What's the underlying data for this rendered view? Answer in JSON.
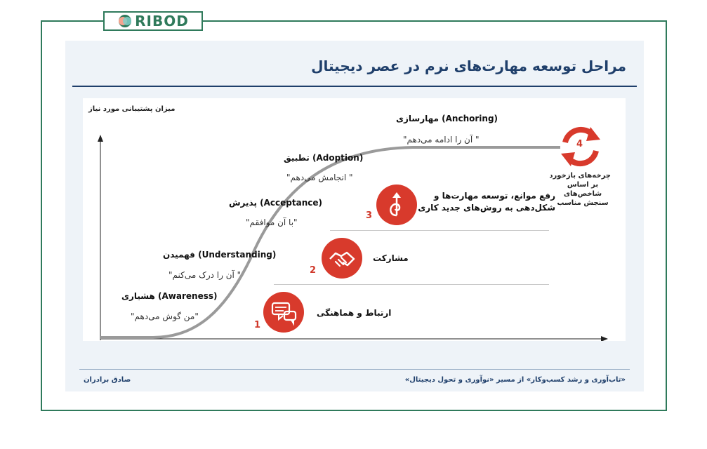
{
  "logo": {
    "text": "RIBOD"
  },
  "slide": {
    "title": "مراحل توسعه مهارت‌های نرم در عصر دیجیتال",
    "y_axis_label": "میزان پشتیبانی مورد نیاز",
    "stages": [
      {
        "title": "هشیاری (Awareness)",
        "quote": "\"من گوش می‌دهم\""
      },
      {
        "title": "فهمیدن (Understanding)",
        "quote": "\" آن را درک می‌کنم\""
      },
      {
        "title": "پذیرش (Acceptance)",
        "quote": "\"با آن موافقم\""
      },
      {
        "title": "تطبیق (Adoption)",
        "quote": "\" انجامش می‌دهم\""
      },
      {
        "title": "مهارسازی (Anchoring)",
        "quote": "\" آن را ادامه می‌دهم\""
      }
    ],
    "levels": [
      {
        "number": "1",
        "text": "ارتباط و هماهنگی",
        "icon": "chat-bubbles-icon"
      },
      {
        "number": "2",
        "text": "مشارکت",
        "icon": "handshake-icon"
      },
      {
        "number": "3",
        "line1": "رفع موانع، توسعه مهارت‌ها و",
        "line2": "شکل‌دهی به روش‌های جدید کاری",
        "icon": "growth-spiral-icon"
      }
    ],
    "feedback": {
      "number": "4",
      "lines": [
        "چرخه‌های بازخورد",
        "بر اساس",
        "شاخص‌های",
        "سنجش مناسب"
      ],
      "icon": "cycle-arrows-icon"
    },
    "footer": {
      "left": "صادق برادران",
      "right": "«تاب‌آوری و رشد کسب‌وکار» از مسیر «نوآوری و تحول دیجیتال»"
    },
    "colors": {
      "accent_red": "#d83a2c",
      "title_blue": "#1f3f6b",
      "frame_green": "#2f7a5b",
      "curve_gray": "#9a9a9a"
    }
  }
}
